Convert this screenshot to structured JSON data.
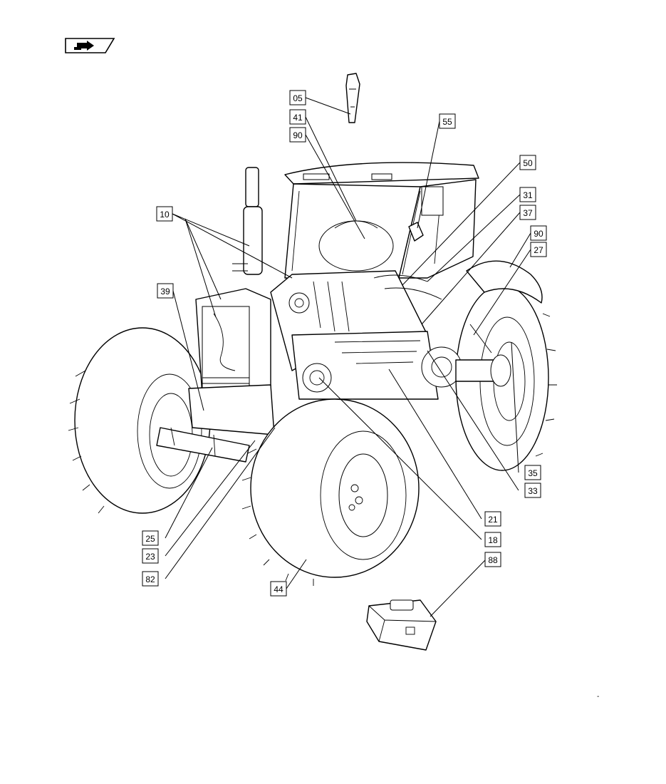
{
  "callouts": [
    {
      "id": "c05",
      "label": "05"
    },
    {
      "id": "c41",
      "label": "41"
    },
    {
      "id": "c90a",
      "label": "90"
    },
    {
      "id": "c55",
      "label": "55"
    },
    {
      "id": "c50",
      "label": "50"
    },
    {
      "id": "c31",
      "label": "31"
    },
    {
      "id": "c37",
      "label": "37"
    },
    {
      "id": "c90b",
      "label": "90"
    },
    {
      "id": "c27",
      "label": "27"
    },
    {
      "id": "c10",
      "label": "10"
    },
    {
      "id": "c39",
      "label": "39"
    },
    {
      "id": "c35",
      "label": "35"
    },
    {
      "id": "c33",
      "label": "33"
    },
    {
      "id": "c21",
      "label": "21"
    },
    {
      "id": "c18",
      "label": "18"
    },
    {
      "id": "c88",
      "label": "88"
    },
    {
      "id": "c25",
      "label": "25"
    },
    {
      "id": "c23",
      "label": "23"
    },
    {
      "id": "c82",
      "label": "82"
    },
    {
      "id": "c44",
      "label": "44"
    }
  ],
  "page_mark": "-"
}
